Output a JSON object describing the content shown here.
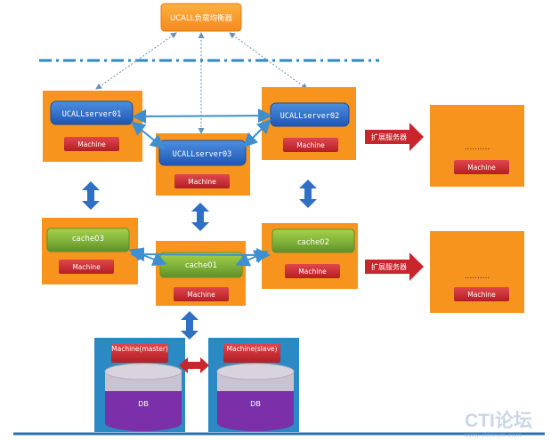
{
  "load_balancer": {
    "label": "UCALL负载均衡器"
  },
  "servers": [
    {
      "label": "UCALLserver01",
      "machine": "Machine"
    },
    {
      "label": "UCALLserver02",
      "machine": "Machine"
    },
    {
      "label": "UCALLserver03",
      "machine": "Machine"
    }
  ],
  "caches": [
    {
      "label": "cache03",
      "machine": "Machine"
    },
    {
      "label": "cache01",
      "machine": "Machine"
    },
    {
      "label": "cache02",
      "machine": "Machine"
    }
  ],
  "expansion": [
    {
      "arrow_label": "扩展服务器",
      "dots": "..........",
      "machine": "Machine"
    },
    {
      "arrow_label": "扩展服务器",
      "dots": "..........",
      "machine": "Machine"
    }
  ],
  "databases": [
    {
      "machine": "Machine(master)",
      "db": "DB"
    },
    {
      "machine": "Machine(slave)",
      "db": "DB"
    }
  ],
  "watermark": {
    "brand": "CTI论坛",
    "url": "www.ctiforum.com"
  },
  "colors": {
    "orange": "#f7941e",
    "orange_top": "#fbb040",
    "server_blue": "#2667c9",
    "machine_red": "#c8262c",
    "cache_green": "#7fb13a",
    "db_purple": "#7b2fa8",
    "db_gray": "#c8c3d0",
    "db_panel": "#2b89c4",
    "link_blue": "#3d8fd1",
    "arrow_red": "#c8262c",
    "dash_blue": "#2b89c4"
  }
}
